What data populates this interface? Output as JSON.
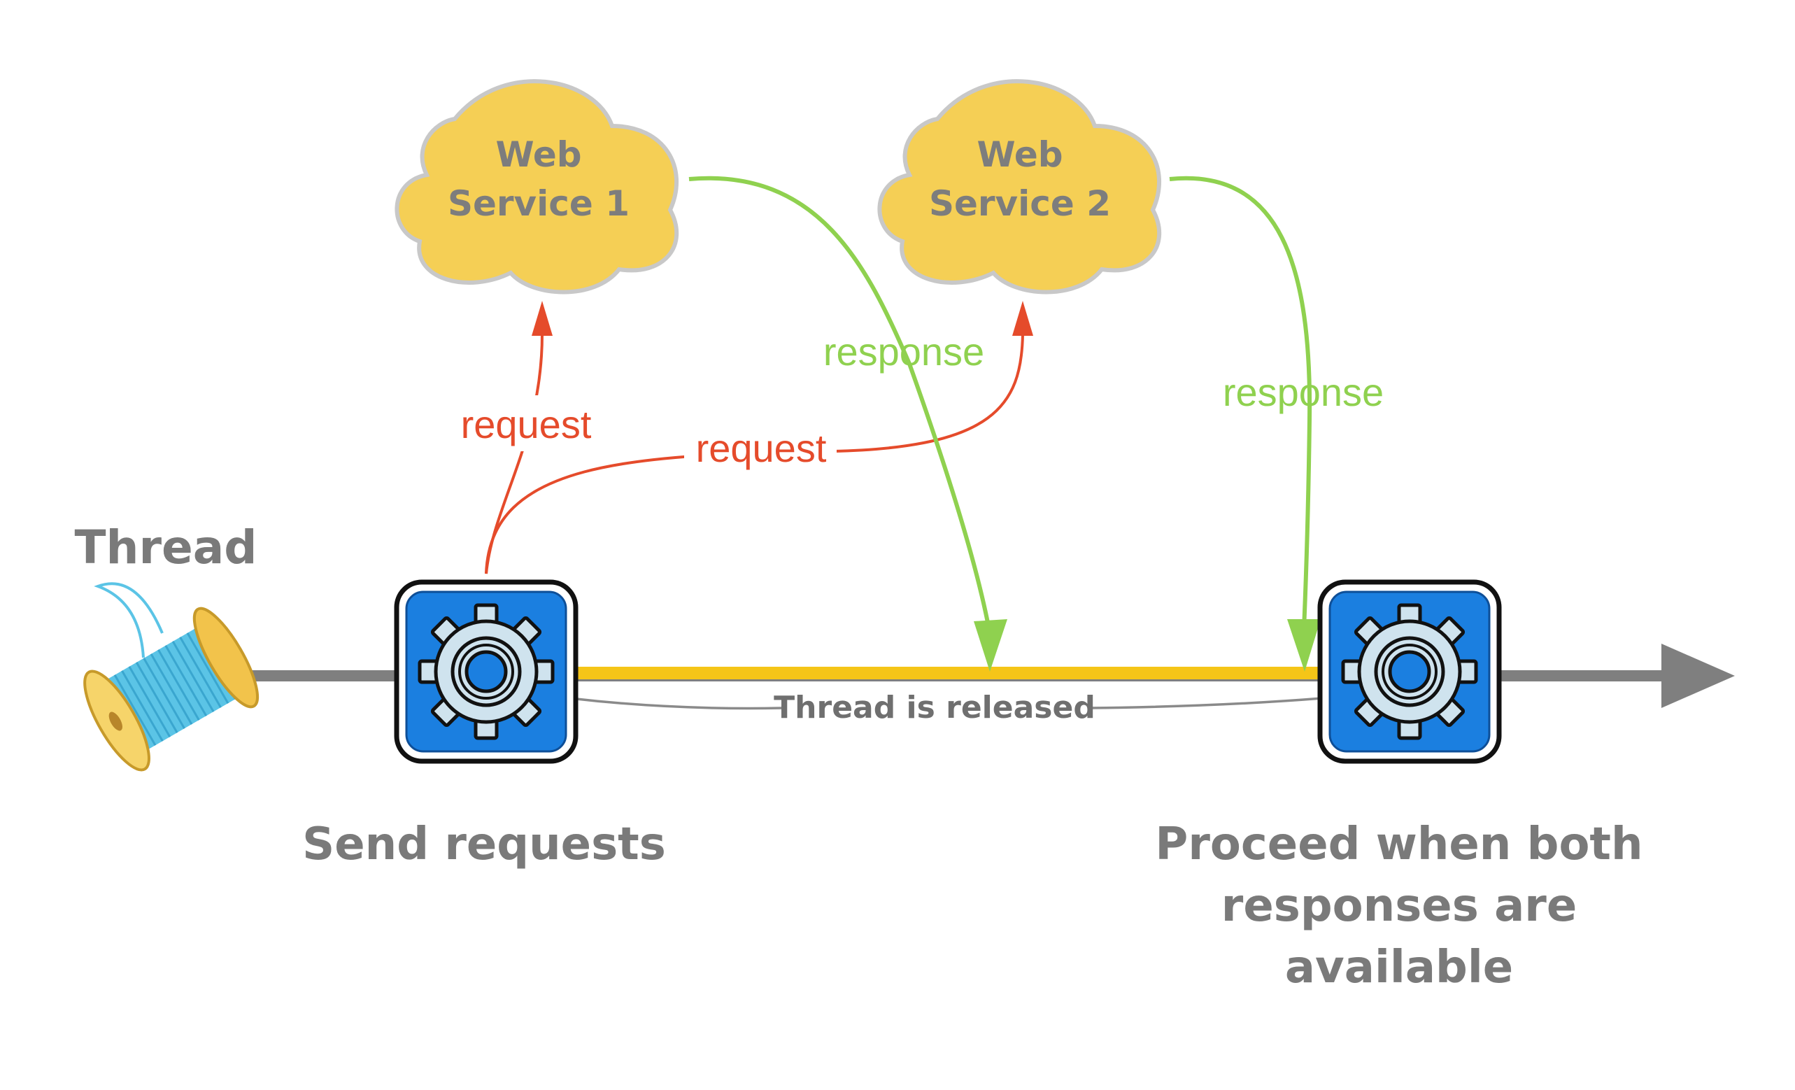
{
  "thread_label": "Thread",
  "services": [
    {
      "line1": "Web",
      "line2": "Service 1"
    },
    {
      "line1": "Web",
      "line2": "Service 2"
    }
  ],
  "request_label_1": "request",
  "request_label_2": "request",
  "response_label_1": "response",
  "response_label_2": "response",
  "released_label": "Thread is released",
  "step_send": "Send requests",
  "step_proceed": [
    "Proceed when both",
    "responses are",
    "available"
  ],
  "colors": {
    "request": "#e54b2b",
    "response": "#8fd14f",
    "cloud": "#f5cf55",
    "released_bar": "#f5c518",
    "timeline": "#7f7f7f",
    "gear_box": "#1b7fe0",
    "spool_thread": "#5bc4e6"
  },
  "icons": [
    "spool-of-thread-icon",
    "cloud-shape",
    "gear-icon",
    "arrow-head-icon"
  ]
}
